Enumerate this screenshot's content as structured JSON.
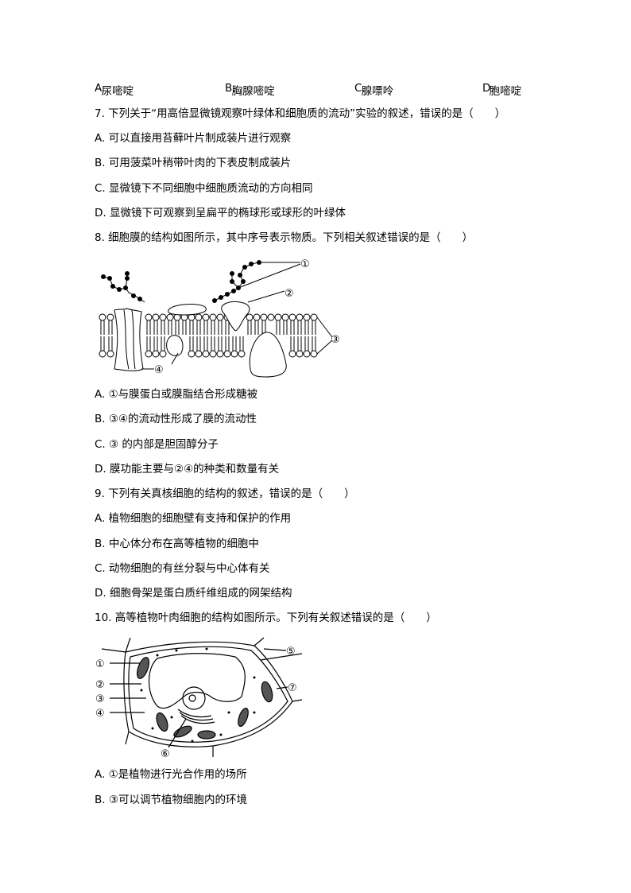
{
  "q6_options": [
    {
      "label": "A.",
      "text": "尿嘧啶"
    },
    {
      "label": "B.",
      "text": "胸腺嘧啶"
    },
    {
      "label": "C.",
      "text": "腺嘌呤"
    },
    {
      "label": "D.",
      "text": "胞嘧啶"
    }
  ],
  "q7": {
    "stem": "7. 下列关于“用高倍显微镜观察叶绿体和细胞质的流动”实验的叙述，错误的是（　　）",
    "options": [
      "A. 可以直接用苔藓叶片制成装片进行观察",
      "B. 可用菠菜叶稍带叶肉的下表皮制成装片",
      "C. 显微镜下不同细胞中细胞质流动的方向相同",
      "D. 显微镜下可观察到呈扁平的椭球形或球形的叶绿体"
    ]
  },
  "q8": {
    "stem": "8. 细胞膜的结构如图所示，其中序号表示物质。下列相关叙述错误的是（　　）",
    "figure_labels": [
      "①",
      "②",
      "③",
      "④"
    ],
    "options": [
      "A. ①与膜蛋白或膜脂结合形成糖被",
      "B. ③④的流动性形成了膜的流动性",
      "C. ③ 的内部是胆固醇分子",
      "D. 膜功能主要与②④的种类和数量有关"
    ]
  },
  "q9": {
    "stem": "9. 下列有关真核细胞的结构的叙述，错误的是（　　）",
    "options": [
      "A. 植物细胞的细胞壁有支持和保护的作用",
      "B. 中心体分布在高等植物的细胞中",
      "C. 动物细胞的有丝分裂与中心体有关",
      "D. 细胞骨架是蛋白质纤维组成的网架结构"
    ]
  },
  "q10": {
    "stem": "10. 高等植物叶肉细胞的结构如图所示。下列有关叙述错误的是（　　）",
    "figure_labels": [
      "①",
      "②",
      "③",
      "④",
      "⑤",
      "⑥",
      "⑦"
    ],
    "options": [
      "A. ①是植物进行光合作用的场所",
      "B. ③可以调节植物细胞内的环境"
    ]
  }
}
